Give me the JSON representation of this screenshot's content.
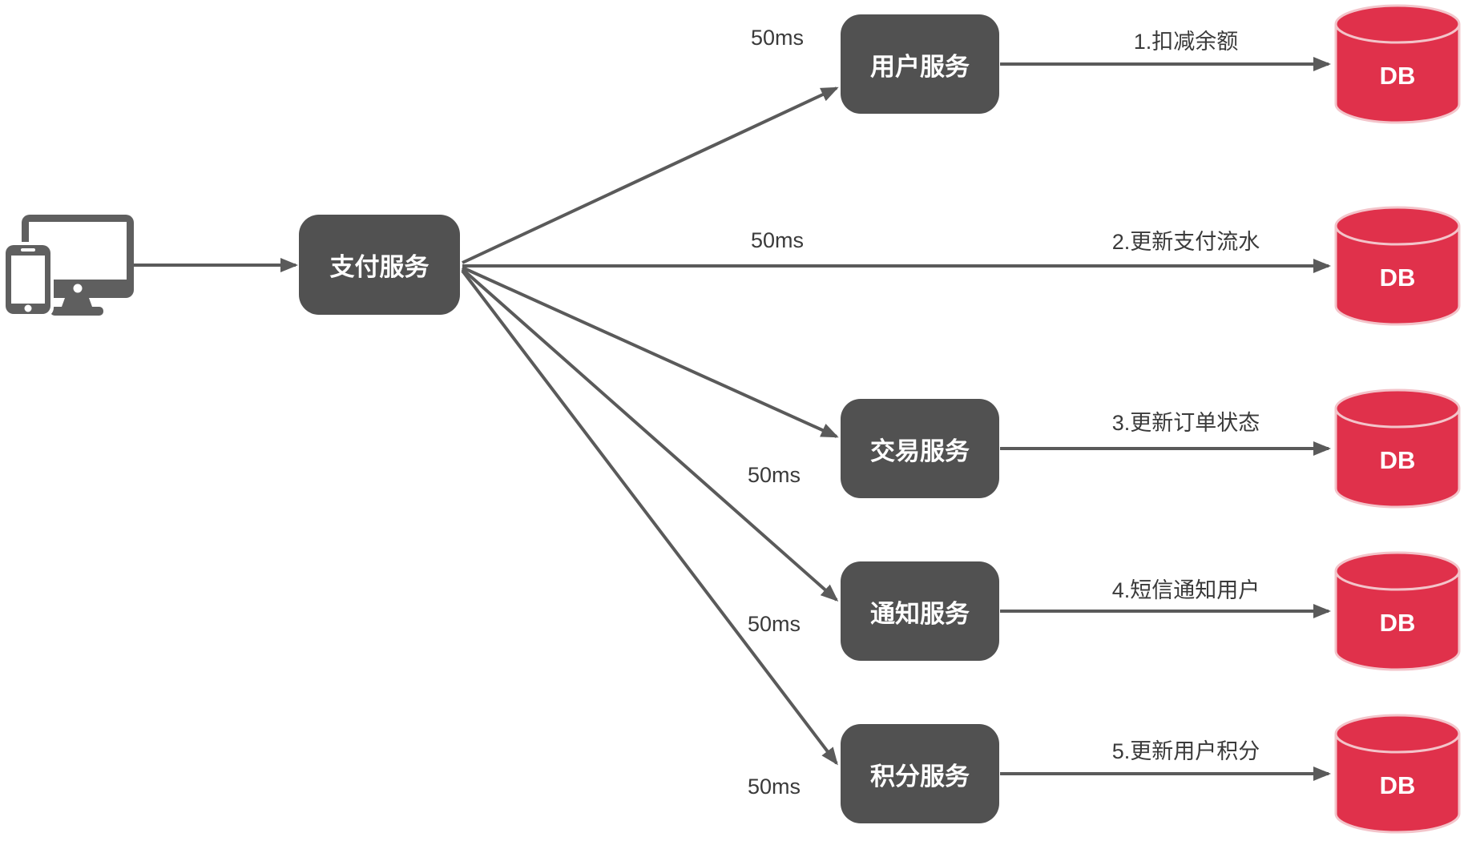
{
  "payment_service": {
    "label": "支付服务"
  },
  "db_label": "DB",
  "rows": [
    {
      "service": "用户服务",
      "latency": "50ms",
      "action": "1.扣减余额",
      "db": "DB"
    },
    {
      "service": "",
      "latency": "50ms",
      "action": "2.更新支付流水",
      "db": "DB"
    },
    {
      "service": "交易服务",
      "latency": "50ms",
      "action": "3.更新订单状态",
      "db": "DB"
    },
    {
      "service": "通知服务",
      "latency": "50ms",
      "action": "4.短信通知用户",
      "db": "DB"
    },
    {
      "service": "积分服务",
      "latency": "50ms",
      "action": "5.更新用户积分",
      "db": "DB"
    }
  ],
  "icons": {
    "client": "desktop-and-phone-devices-icon",
    "db": "database-cylinder-icon"
  },
  "colors": {
    "service_fill": "#515151",
    "service_text": "#ffffff",
    "db_fill": "#e0314b",
    "db_stroke": "#f3c4ca",
    "arrow": "#5a5a5a",
    "label_text": "#3a3a3a"
  }
}
